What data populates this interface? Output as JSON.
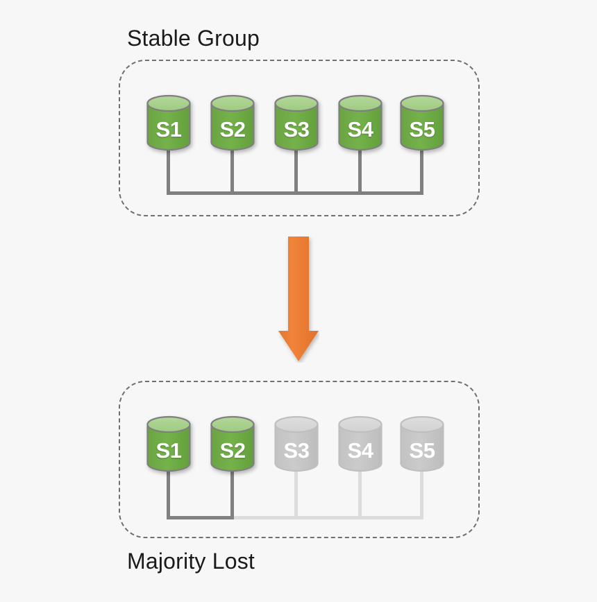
{
  "diagram": {
    "title_top": "Stable Group",
    "title_bottom": "Majority Lost",
    "background_color": "#f7f7f7",
    "colors": {
      "node_active_body": "#70ad47",
      "node_active_top": "#a9d18e",
      "node_active_border": "#7f7f7f",
      "node_inactive_body": "#c7c7c7",
      "node_inactive_top": "#d9d9d9",
      "node_inactive_border": "#bfbfbf",
      "wire_active": "#808080",
      "wire_inactive": "#dcdcdc",
      "arrow": "#ed7d31",
      "box_border": "#6f6f6f",
      "label_text": "#ffffff",
      "caption_text": "#1a1a1a"
    },
    "arrow": {
      "name": "downward-transition-arrow",
      "direction": "down",
      "color": "#ed7d31"
    },
    "groups": [
      {
        "id": "stable-group",
        "caption": "Stable Group",
        "caption_position": "above",
        "nodes": [
          {
            "label": "S1",
            "state": "active"
          },
          {
            "label": "S2",
            "state": "active"
          },
          {
            "label": "S3",
            "state": "active"
          },
          {
            "label": "S4",
            "state": "active"
          },
          {
            "label": "S5",
            "state": "active"
          }
        ],
        "active_count": 5,
        "total_count": 5
      },
      {
        "id": "majority-lost-group",
        "caption": "Majority Lost",
        "caption_position": "below",
        "nodes": [
          {
            "label": "S1",
            "state": "active"
          },
          {
            "label": "S2",
            "state": "active"
          },
          {
            "label": "S3",
            "state": "inactive"
          },
          {
            "label": "S4",
            "state": "inactive"
          },
          {
            "label": "S5",
            "state": "inactive"
          }
        ],
        "active_count": 2,
        "total_count": 5
      }
    ]
  }
}
